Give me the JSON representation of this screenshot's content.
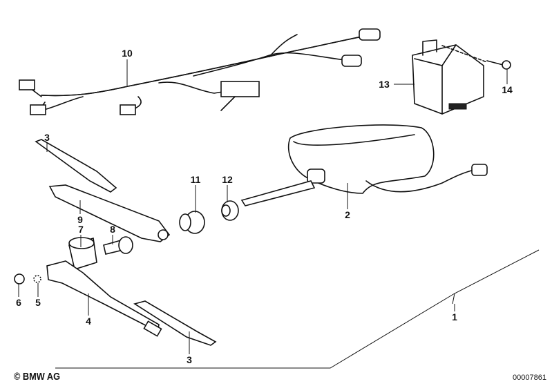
{
  "diagram": {
    "callouts": {
      "p1": "1",
      "p2": "2",
      "p3a": "3",
      "p3b": "3",
      "p4": "4",
      "p5": "5",
      "p6": "6",
      "p7": "7",
      "p8": "8",
      "p9": "9",
      "p10": "10",
      "p11": "11",
      "p12": "12",
      "p13": "13",
      "p14": "14"
    }
  },
  "footer": {
    "copyright": "© BMW AG",
    "doc_number": "00007861"
  }
}
